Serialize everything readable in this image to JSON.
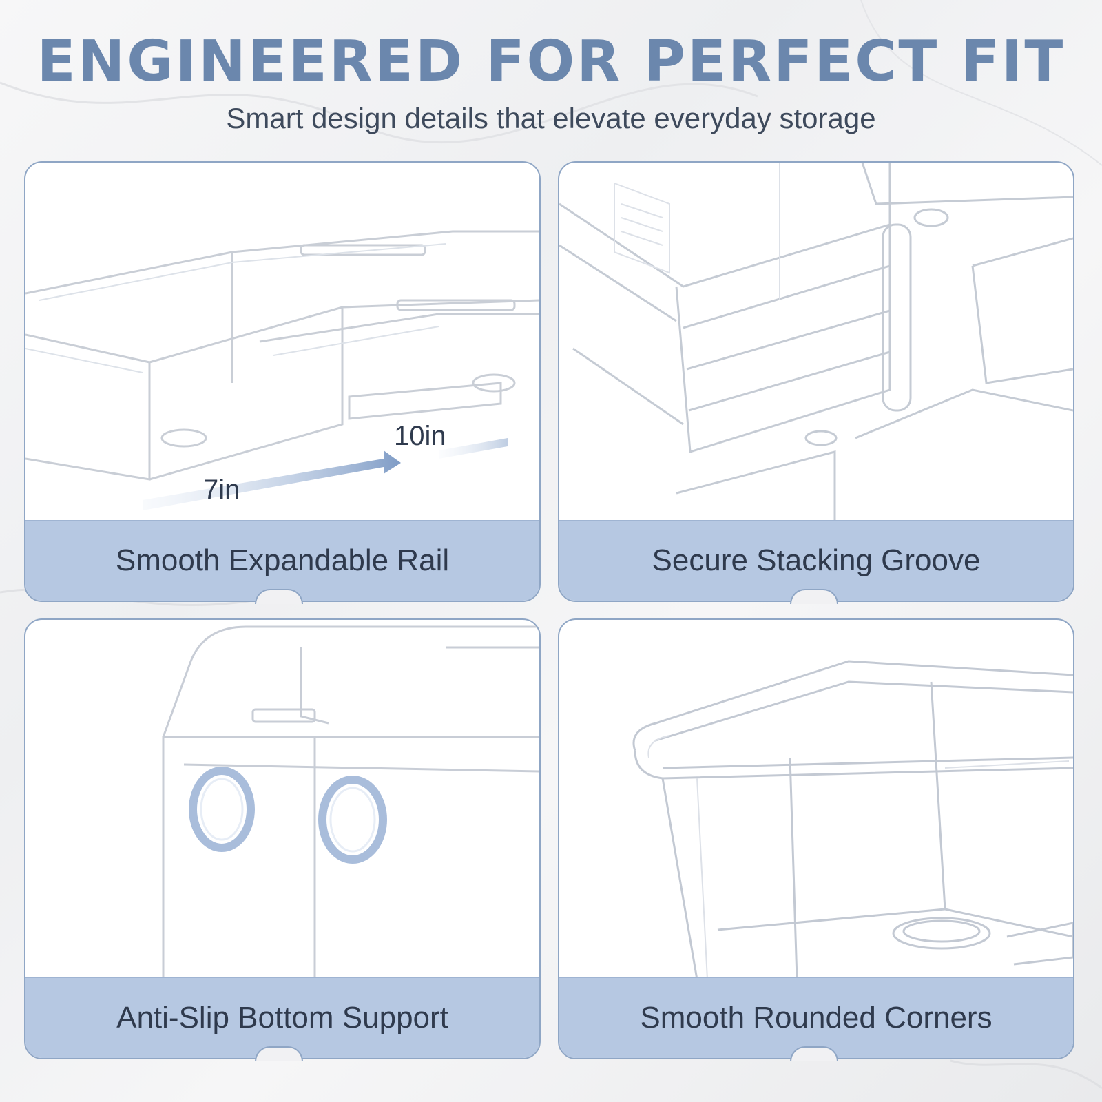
{
  "header": {
    "title": "ENGINEERED FOR PERFECT FIT",
    "subtitle": "Smart design details that elevate everyday storage"
  },
  "panels": [
    {
      "caption": "Smooth Expandable Rail",
      "dim_from": "7in",
      "dim_to": "10in"
    },
    {
      "caption": "Secure Stacking Groove"
    },
    {
      "caption": "Anti-Slip Bottom Support"
    },
    {
      "caption": "Smooth Rounded Corners"
    }
  ],
  "colors": {
    "title": "#6b87ad",
    "caption_bar": "#b6c8e2",
    "panel_border": "#8fa6c5",
    "text_dark": "#2f3a4d",
    "pad_blue": "#a9bddb"
  }
}
